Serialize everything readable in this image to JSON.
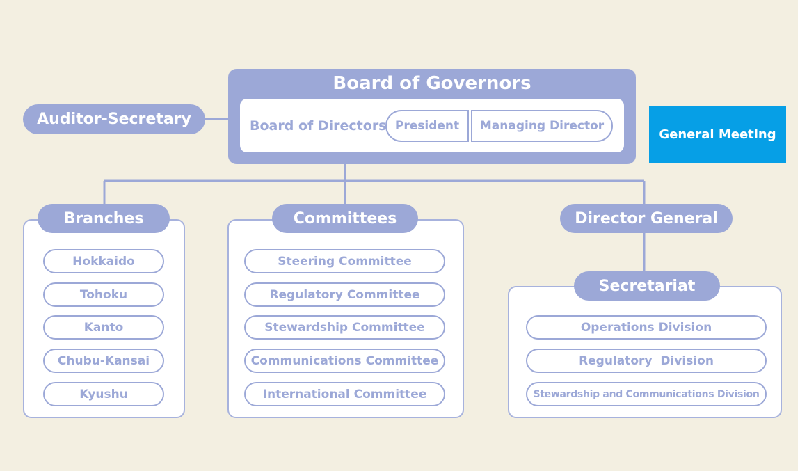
{
  "board": {
    "title": "Board of Governors",
    "directors_label": "Board of Directors",
    "president": "President",
    "managing_director": "Managing Director"
  },
  "auditor": "Auditor-Secretary",
  "general_meeting": "General Meeting",
  "branches": {
    "title": "Branches",
    "items": [
      "Hokkaido",
      "Tohoku",
      "Kanto",
      "Chubu-Kansai",
      "Kyushu"
    ]
  },
  "committees": {
    "title": "Committees",
    "items": [
      "Steering Committee",
      "Regulatory Committee",
      "Stewardship Committee",
      "Communications Committee",
      "International Committee"
    ]
  },
  "director_general": "Director General",
  "secretariat": {
    "title": "Secretariat",
    "items": [
      "Operations Division",
      "Regulatory  Division",
      "Stewardship and Communications Division"
    ]
  },
  "colors": {
    "background": "#f3efe1",
    "accent": "#9ca8d7",
    "general_meeting": "#069fe6"
  }
}
